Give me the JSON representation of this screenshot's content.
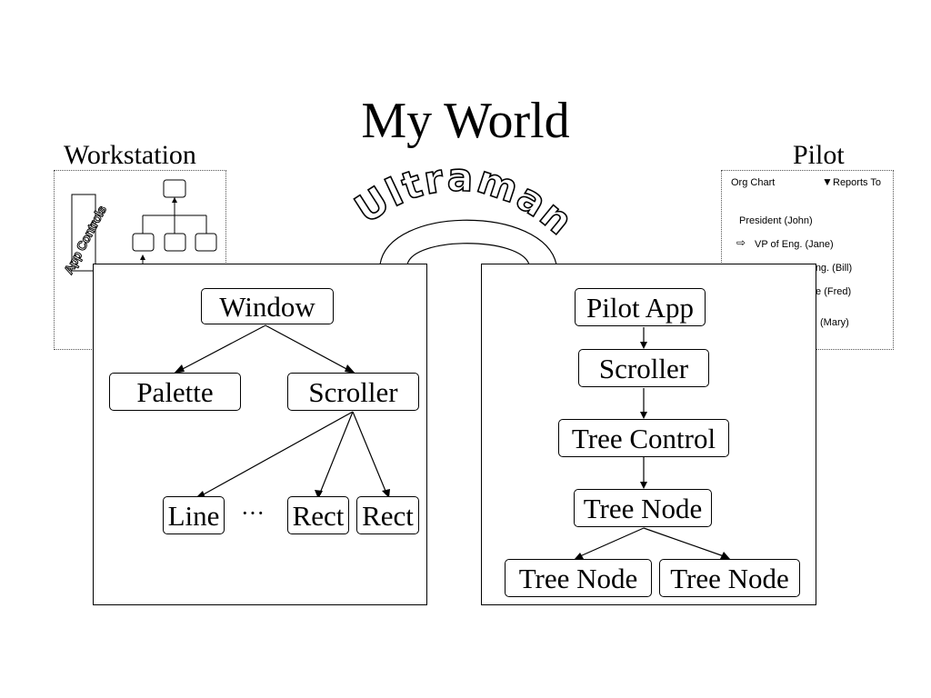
{
  "title": "My World",
  "workstation": {
    "heading": "Workstation",
    "app_controls": "App Controls"
  },
  "pilot": {
    "heading": "Pilot",
    "org_chart": "Org Chart",
    "reports_to": "Reports To",
    "rows": [
      "President (John)",
      "VP of Eng. (Jane)",
      "Staff Eng. (Bill)",
      "Finance (Fred)",
      "(Mary)"
    ]
  },
  "ultraman": "Ultraman",
  "left_tree": {
    "window": "Window",
    "palette": "Palette",
    "scroller": "Scroller",
    "line": "Line",
    "ellipsis": "···",
    "rect_1": "Rect",
    "rect_2": "Rect"
  },
  "right_tree": {
    "pilot_app": "Pilot App",
    "scroller": "Scroller",
    "tree_control": "Tree Control",
    "tree_node": "Tree Node",
    "tree_node_left": "Tree Node",
    "tree_node_right": "Tree Node"
  }
}
